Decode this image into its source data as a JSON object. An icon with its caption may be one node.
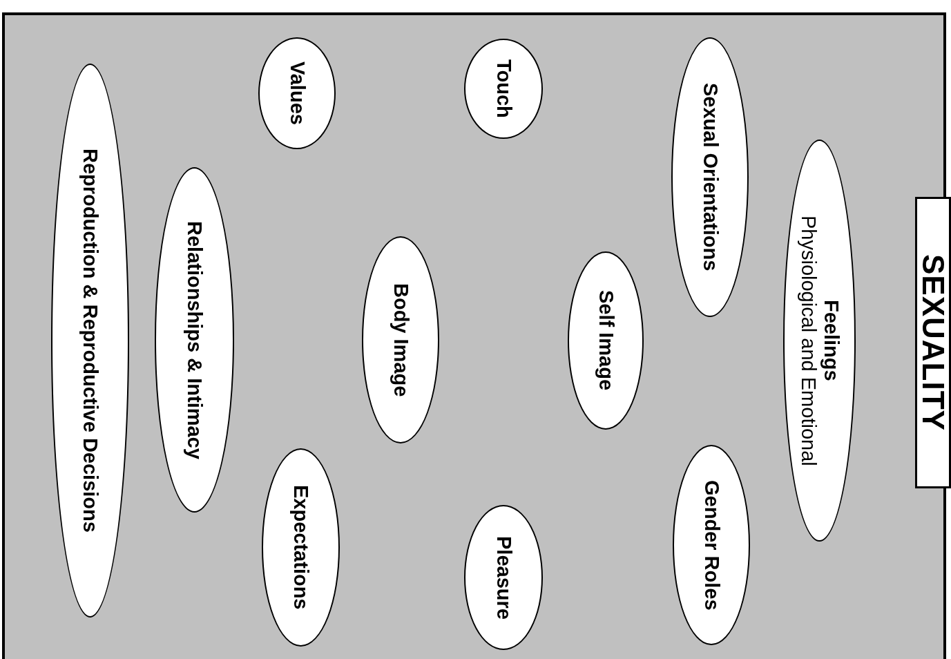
{
  "diagram": {
    "nodes": [
      {
        "text": [
          "SEXUALITY"
        ]
      },
      {
        "text": [
          "Feelings",
          "Physiological and Emotional"
        ],
        "in": 0
      },
      {
        "text": [
          "Sexual Orientations"
        ],
        "in": 0
      },
      {
        "text": [
          "Gender Roles"
        ],
        "in": 0
      },
      {
        "text": [
          "Self Image"
        ],
        "in": 0
      },
      {
        "text": [
          "Touch"
        ],
        "in": 0
      },
      {
        "text": [
          "Pleasure"
        ],
        "in": 0
      },
      {
        "text": [
          "Body Image"
        ],
        "in": 0
      },
      {
        "text": [
          "Values"
        ],
        "in": 0
      },
      {
        "text": [
          "Expectations"
        ],
        "in": 0
      },
      {
        "text": [
          "Relationships & Intimacy"
        ],
        "in": 0
      },
      {
        "text": [
          "Reproduction & Reproductive Decisions"
        ],
        "in": 0
      }
    ]
  }
}
